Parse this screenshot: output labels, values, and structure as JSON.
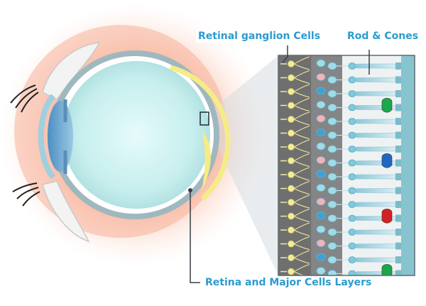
{
  "labels": {
    "ganglion": "Retinal ganglion Cells",
    "rods_cones": "Rod & Cones",
    "retina_layers": "Retina and Major Cells Layers"
  },
  "colors": {
    "label_text": "#2b9bd0",
    "leader_line": "#3a3f47",
    "glow": "#f6a88b",
    "eyeball_rim": "#9fb8bf",
    "eyeball_fill": "#bfeaea",
    "retina_yellow": "#f5ec86",
    "panel_dark": "#6f6f70",
    "panel_light": "#eef2f2",
    "ganglion_cell": "#f1eb9a",
    "cell_cyan": "#9fdce8",
    "cell_blue": "#3aa2d8",
    "cell_pink": "#f2b3b9",
    "cone_green": "#1aa84b",
    "cone_blue": "#2167c2",
    "cone_red": "#d32024"
  },
  "icons": [
    "eye-cross-section",
    "retina-layers-magnified",
    "cone-cell-green",
    "cone-cell-blue",
    "cone-cell-red"
  ],
  "cone_colors": [
    "green",
    "blue",
    "red",
    "green"
  ]
}
